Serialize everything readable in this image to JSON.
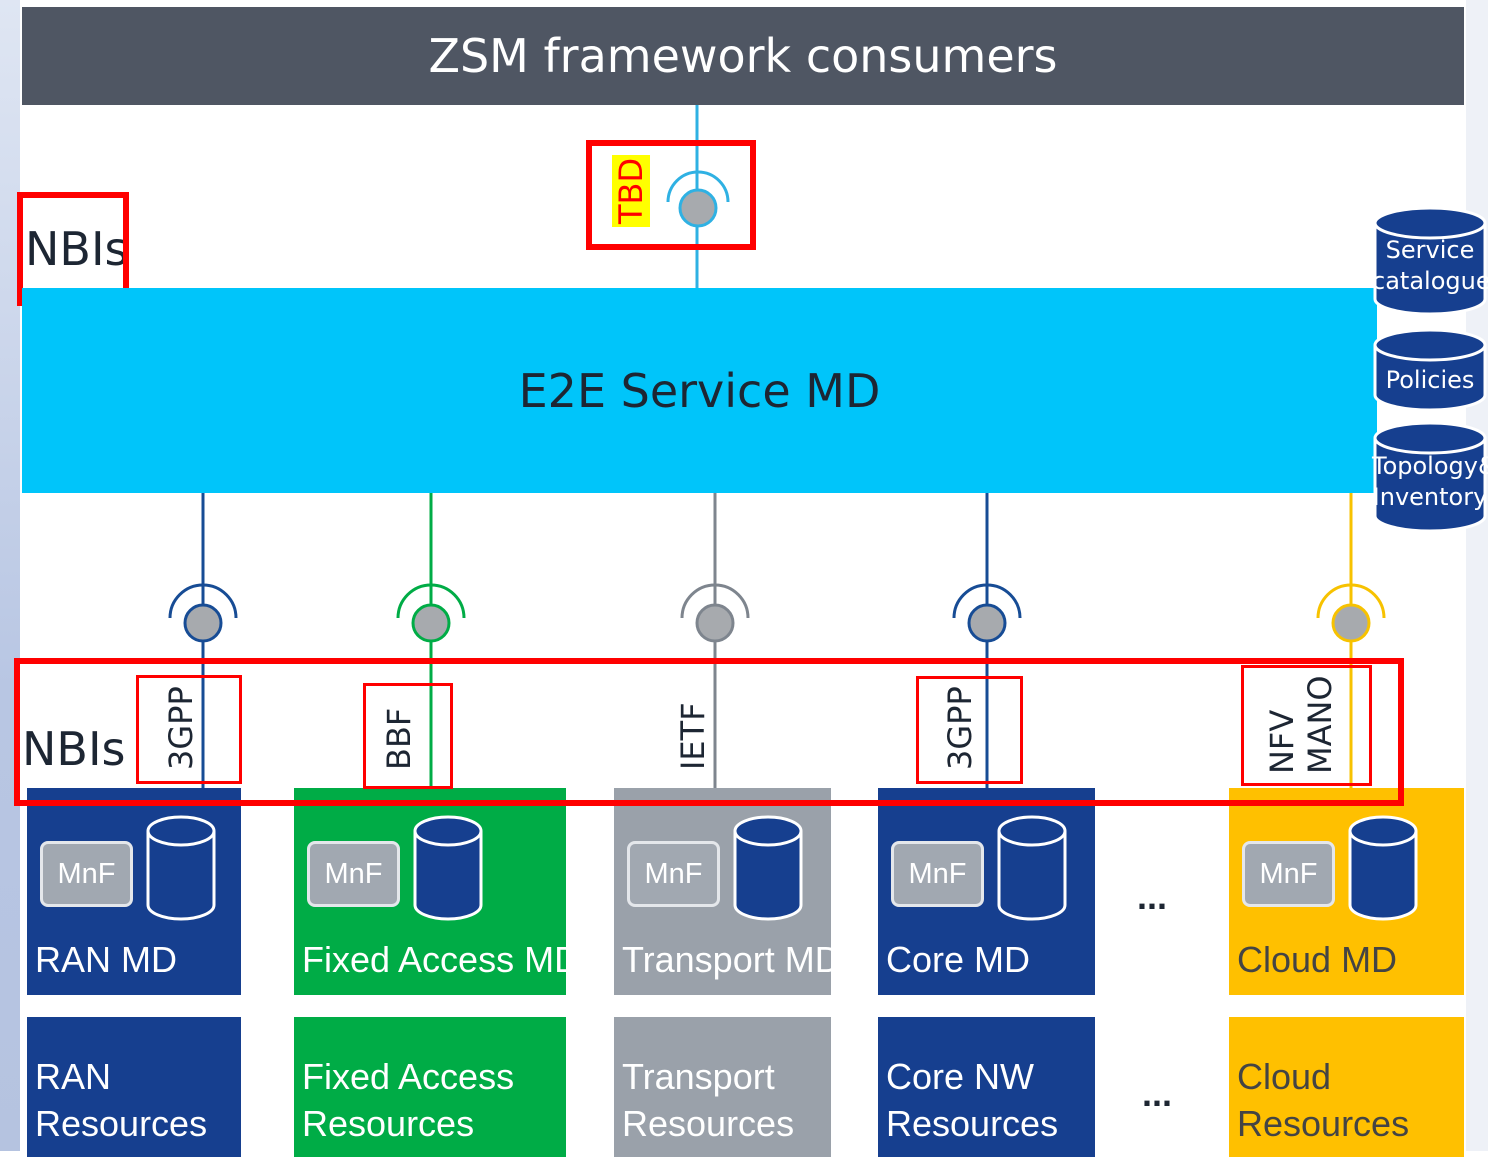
{
  "consumers_label": "ZSM framework consumers",
  "e2e_label": "E2E Service MD",
  "nbis_top_label": "NBIs",
  "nbis_bottom_label": "NBIs",
  "tbd_label": "TBD",
  "data_stores": [
    {
      "line1": "Service",
      "line2": "catalogue"
    },
    {
      "line1": "Policies",
      "line2": ""
    },
    {
      "line1": "Topology&",
      "line2": "Inventory"
    }
  ],
  "interfaces": [
    {
      "label": "3GPP",
      "color": "#174c95"
    },
    {
      "label": "BBF",
      "color": "#00ac46"
    },
    {
      "label": "IETF",
      "color": "#7e858e"
    },
    {
      "label": "3GPP",
      "color": "#174c95"
    },
    {
      "label": "NFV MANO",
      "line1": "NFV",
      "line2": "MANO",
      "color": "#f7c200"
    }
  ],
  "management_domains": [
    {
      "mnf": "MnF",
      "name": "RAN MD",
      "color": "#163f8f"
    },
    {
      "mnf": "MnF",
      "name": "Fixed Access MD",
      "color": "#00ac46"
    },
    {
      "mnf": "MnF",
      "name": "Transport MD",
      "color": "#9aa1aa"
    },
    {
      "mnf": "MnF",
      "name": "Core MD",
      "color": "#163f8f"
    },
    {
      "mnf": "MnF",
      "name": "Cloud MD",
      "color": "#ffc000"
    }
  ],
  "resources": [
    {
      "line1": "RAN",
      "line2": "Resources"
    },
    {
      "line1": "Fixed Access",
      "line2": "Resources"
    },
    {
      "line1": "Transport",
      "line2": "Resources"
    },
    {
      "line1": "Core NW",
      "line2": "Resources"
    },
    {
      "line1": "Cloud",
      "line2": "Resources"
    }
  ],
  "ellipsis": "..."
}
